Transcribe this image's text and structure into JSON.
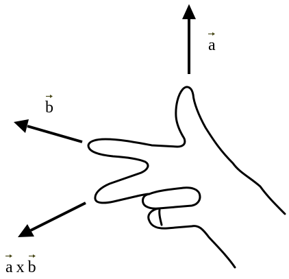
{
  "labels": {
    "a": "a",
    "b": "b",
    "cross_a": "a",
    "cross_op": "x",
    "cross_b": "b"
  },
  "colors": {
    "ink": "#000000",
    "vector_arrow": "#4a4a1a",
    "background": "#ffffff"
  },
  "icons": {
    "vector_arrow": "vector-arrow-icon",
    "hand": "right-hand-icon"
  }
}
